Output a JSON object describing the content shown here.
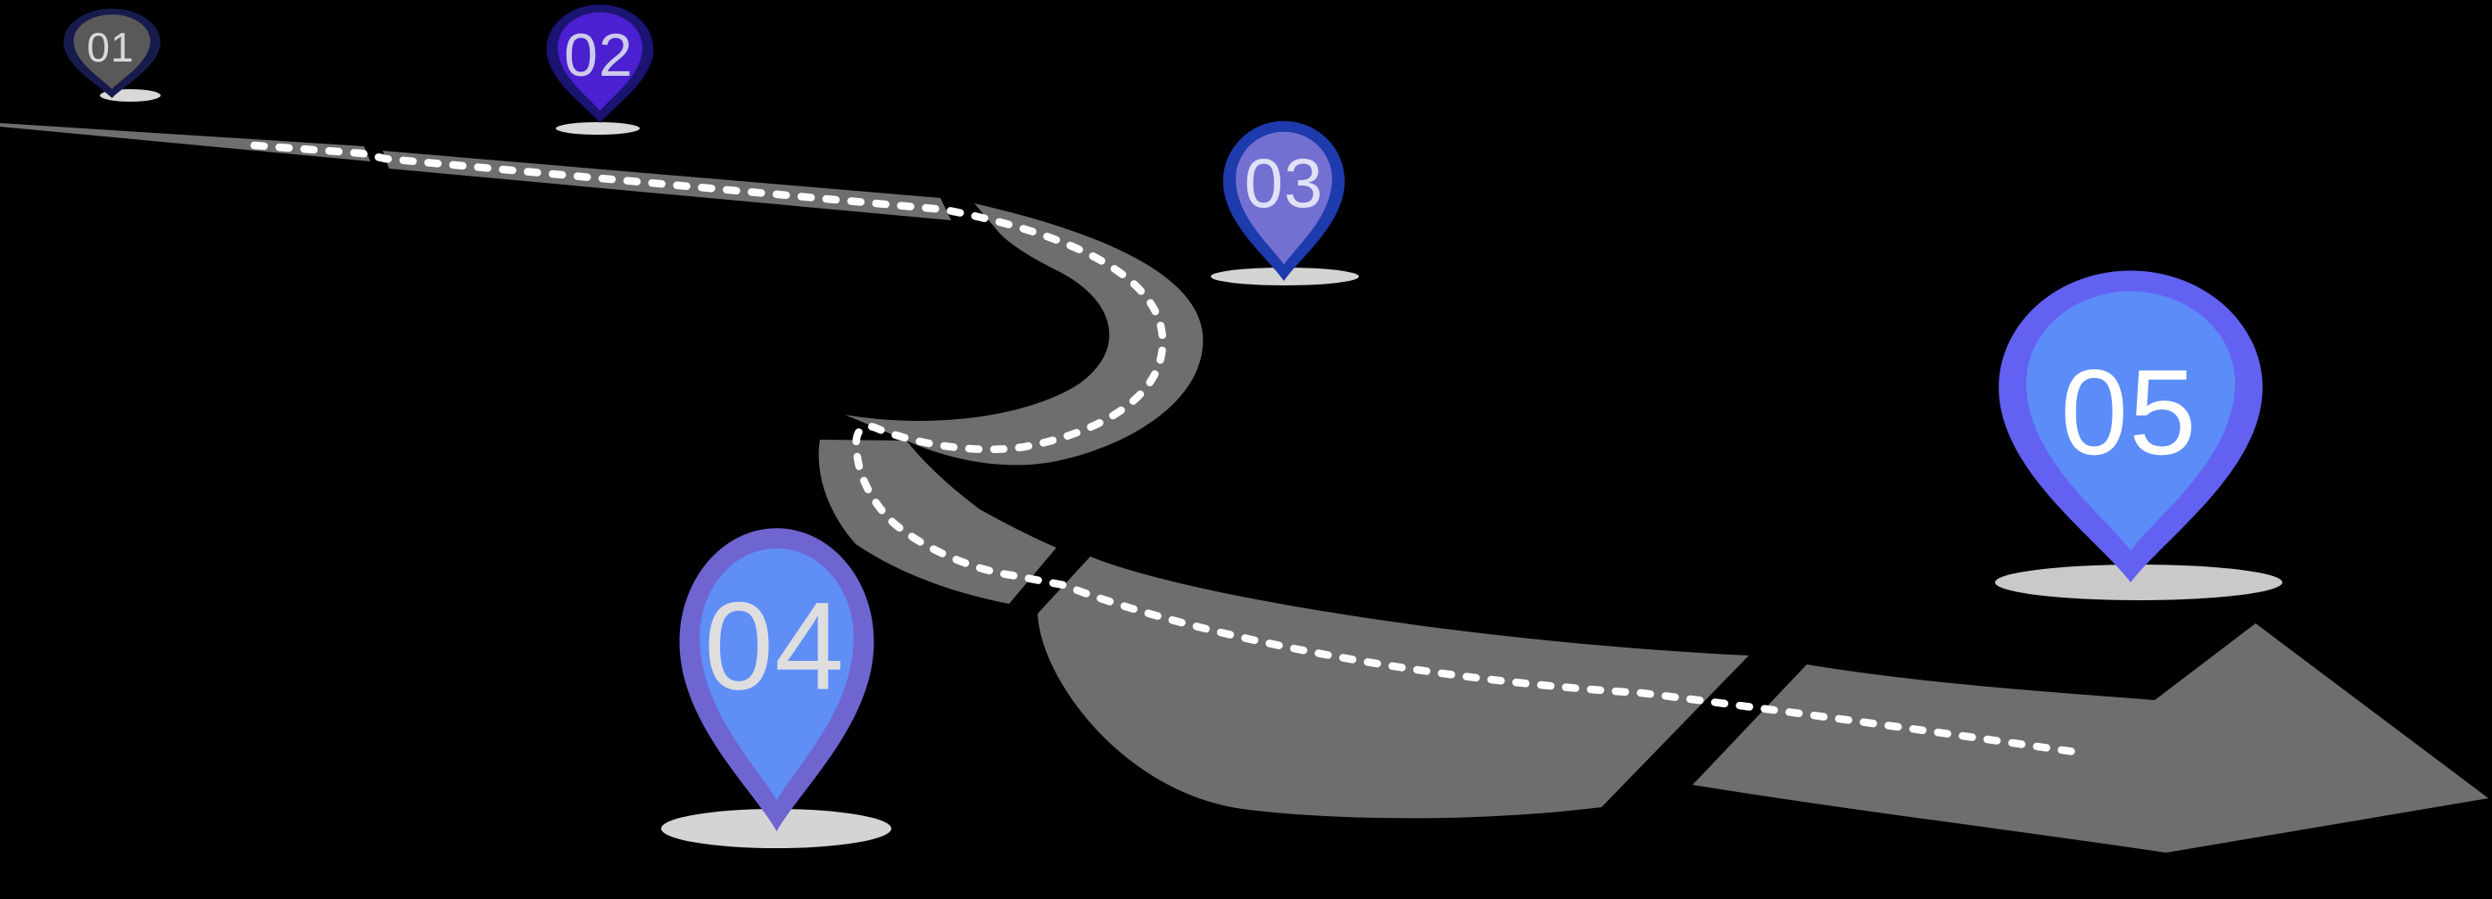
{
  "title": "roadmap-infographic",
  "background_color": "#000000",
  "road": {
    "color": "#6e6e6e",
    "centerline_color": "#ffffff",
    "style": "dashed-centerline",
    "segments": 6,
    "arrow_direction": "right"
  },
  "pins": [
    {
      "label": "01",
      "border_color": "#171b4c",
      "fill_color": "#595959",
      "number_color": "#d9d9d9",
      "shadow_color": "#d9d9d9"
    },
    {
      "label": "02",
      "border_color": "#1c1472",
      "fill_color": "#4a20d0",
      "number_color": "#cdcbe9",
      "shadow_color": "#d9d9d9"
    },
    {
      "label": "03",
      "border_color": "#1d3bad",
      "fill_color": "#7370d1",
      "number_color": "#e0e1f4",
      "shadow_color": "#d4d4d4"
    },
    {
      "label": "04",
      "border_color": "#6e65d1",
      "fill_color": "#5f8ef6",
      "number_color": "#dedede",
      "shadow_color": "#d4d4d4"
    },
    {
      "label": "05",
      "border_color": "#6361f2",
      "fill_color": "#5b8cf8",
      "number_color": "#ffffff",
      "shadow_color": "#c9c9c9"
    }
  ]
}
